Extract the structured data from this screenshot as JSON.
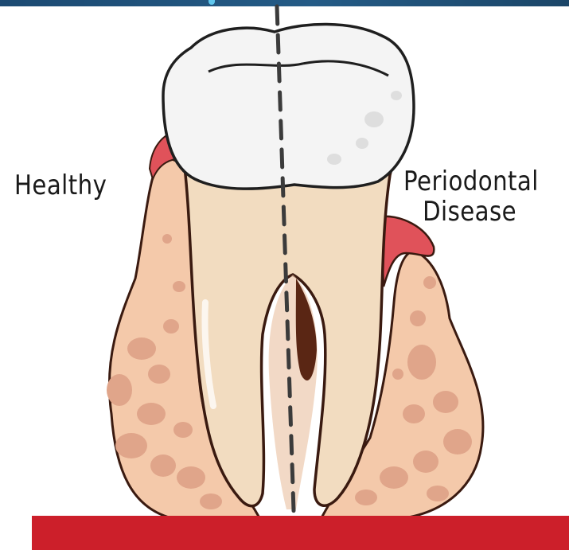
{
  "labels": {
    "left": "Healthy",
    "right_line1": "Periodontal",
    "right_line2": "Disease"
  },
  "colors": {
    "header_bar": "#1f4f7a",
    "footer_bar": "#cc1f2a",
    "crown": "#f4f4f4",
    "dentin": "#f2dcc0",
    "gum": "#f4c9aa",
    "gum_dots": "#e0a58a",
    "inflamed_gum": "#e0525a",
    "outline": "#3a1a10"
  },
  "icons": {
    "tooth": "tooth-illustration",
    "divider": "dashed-center-line"
  }
}
